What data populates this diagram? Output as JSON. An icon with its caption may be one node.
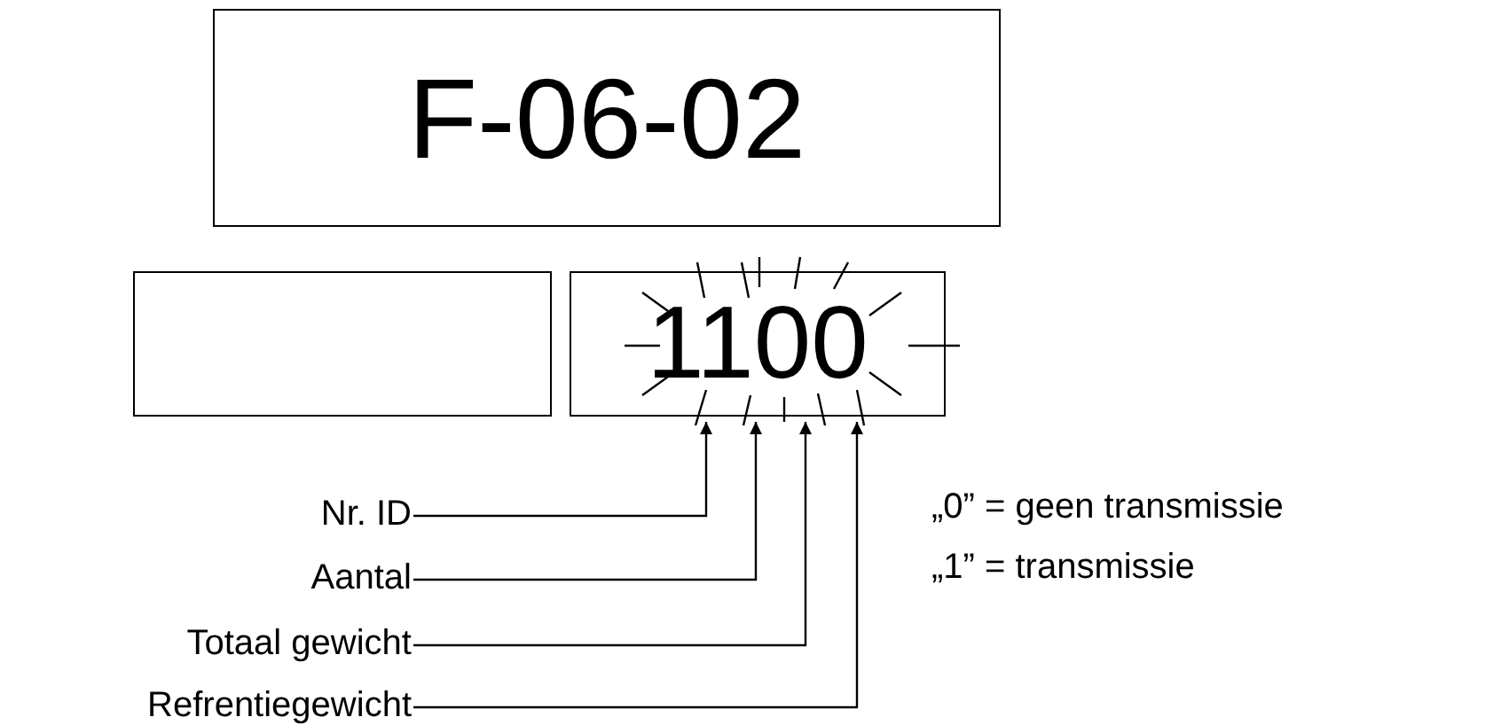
{
  "diagram": {
    "nodes": [
      {
        "text": [
          "F-06-02"
        ]
      },
      {
        "text": [],
        "shape": "box"
      },
      {
        "text": [
          "1100"
        ]
      },
      {
        "text": [
          "Nr. ID"
        ]
      },
      {
        "text": [
          "Aantal"
        ]
      },
      {
        "text": [
          "Totaal gewicht"
        ]
      },
      {
        "text": [
          "Refrentiegewicht"
        ]
      }
    ],
    "edges": [
      {
        "from": 3,
        "to": 2,
        "arrow": "to"
      },
      {
        "from": 4,
        "to": 2,
        "arrow": "to"
      },
      {
        "from": 5,
        "to": 2,
        "arrow": "to"
      },
      {
        "from": 6,
        "to": 2,
        "arrow": "to"
      }
    ],
    "labels": [
      "„0” = geen transmissie",
      "„1” = transmissie"
    ]
  }
}
